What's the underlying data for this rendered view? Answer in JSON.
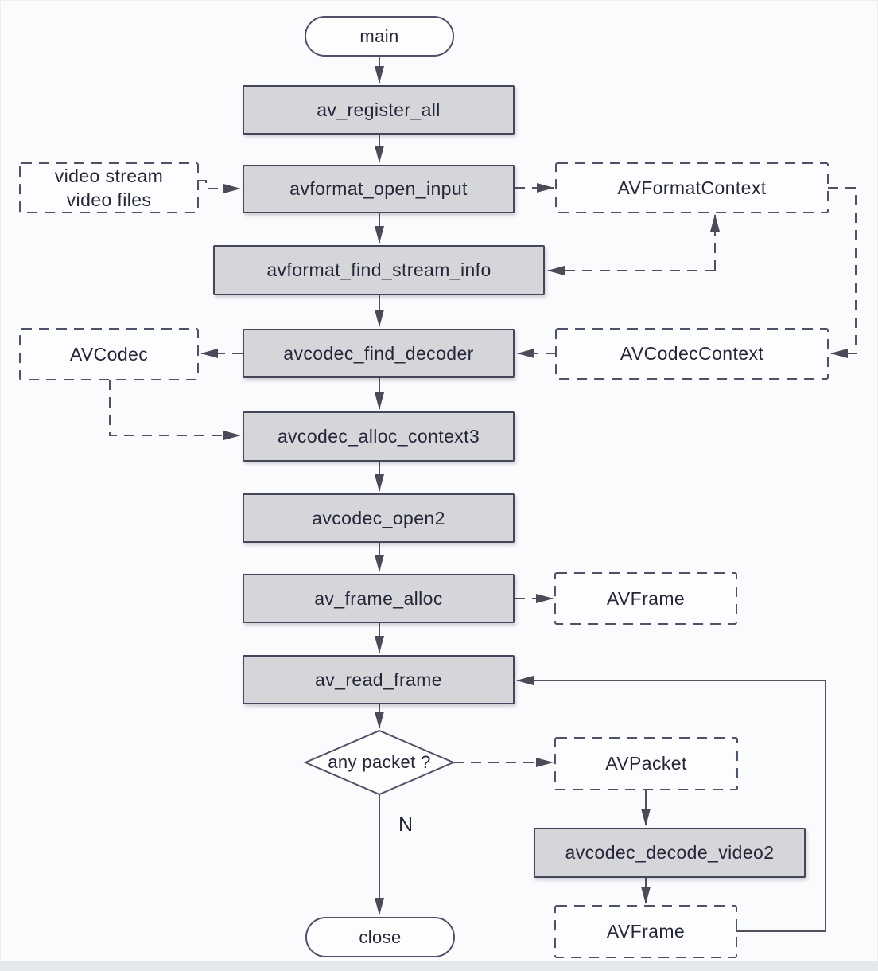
{
  "diagram": {
    "type": "flowchart",
    "topic": "FFmpeg video decode call flow",
    "nodes": {
      "main": {
        "label": "main",
        "shape": "stadium"
      },
      "av_register_all": {
        "label": "av_register_all",
        "shape": "process"
      },
      "video_input": {
        "line1": "video stream",
        "line2": "video files",
        "shape": "dashed"
      },
      "avformat_open_input": {
        "label": "avformat_open_input",
        "shape": "process"
      },
      "avformat_context": {
        "label": "AVFormatContext",
        "shape": "dashed"
      },
      "avformat_find_stream_info": {
        "label": "avformat_find_stream_info",
        "shape": "process"
      },
      "avcodec": {
        "label": "AVCodec",
        "shape": "dashed"
      },
      "avcodec_find_decoder": {
        "label": "avcodec_find_decoder",
        "shape": "process"
      },
      "avcodec_context": {
        "label": "AVCodecContext",
        "shape": "dashed"
      },
      "avcodec_alloc_context3": {
        "label": "avcodec_alloc_context3",
        "shape": "process"
      },
      "avcodec_open2": {
        "label": "avcodec_open2",
        "shape": "process"
      },
      "av_frame_alloc": {
        "label": "av_frame_alloc",
        "shape": "process"
      },
      "avframe_after_alloc": {
        "label": "AVFrame",
        "shape": "dashed"
      },
      "av_read_frame": {
        "label": "av_read_frame",
        "shape": "process"
      },
      "any_packet": {
        "label": "any packet ?",
        "shape": "decision"
      },
      "avpacket": {
        "label": "AVPacket",
        "shape": "dashed"
      },
      "avcodec_decode_video2": {
        "label": "avcodec_decode_video2",
        "shape": "process"
      },
      "avframe_decoded": {
        "label": "AVFrame",
        "shape": "dashed"
      },
      "close": {
        "label": "close",
        "shape": "stadium"
      }
    },
    "branch_labels": {
      "no": "N"
    },
    "edges": [
      {
        "from": "main",
        "to": "av_register_all",
        "style": "solid"
      },
      {
        "from": "av_register_all",
        "to": "avformat_open_input",
        "style": "solid"
      },
      {
        "from": "video_input",
        "to": "avformat_open_input",
        "style": "dashed"
      },
      {
        "from": "avformat_open_input",
        "to": "avformat_context",
        "style": "dashed"
      },
      {
        "from": "avformat_open_input",
        "to": "avformat_find_stream_info",
        "style": "solid"
      },
      {
        "from": "avformat_context",
        "to": "avformat_find_stream_info",
        "style": "dashed",
        "bidirectional": true
      },
      {
        "from": "avformat_context",
        "to": "avcodec_context",
        "style": "dashed"
      },
      {
        "from": "avformat_find_stream_info",
        "to": "avcodec_find_decoder",
        "style": "solid"
      },
      {
        "from": "avcodec_context",
        "to": "avcodec_find_decoder",
        "style": "dashed"
      },
      {
        "from": "avcodec_find_decoder",
        "to": "avcodec",
        "style": "dashed"
      },
      {
        "from": "avcodec",
        "to": "avcodec_alloc_context3",
        "style": "dashed"
      },
      {
        "from": "avcodec_find_decoder",
        "to": "avcodec_alloc_context3",
        "style": "solid"
      },
      {
        "from": "avcodec_alloc_context3",
        "to": "avcodec_open2",
        "style": "solid"
      },
      {
        "from": "avcodec_open2",
        "to": "av_frame_alloc",
        "style": "solid"
      },
      {
        "from": "av_frame_alloc",
        "to": "avframe_after_alloc",
        "style": "dashed"
      },
      {
        "from": "av_frame_alloc",
        "to": "av_read_frame",
        "style": "solid"
      },
      {
        "from": "av_read_frame",
        "to": "any_packet",
        "style": "solid"
      },
      {
        "from": "any_packet",
        "to": "avpacket",
        "style": "dashed"
      },
      {
        "from": "any_packet",
        "to": "close",
        "style": "solid",
        "label": "N"
      },
      {
        "from": "avpacket",
        "to": "avcodec_decode_video2",
        "style": "solid"
      },
      {
        "from": "avcodec_decode_video2",
        "to": "avframe_decoded",
        "style": "solid"
      },
      {
        "from": "avframe_decoded",
        "to": "av_read_frame",
        "style": "solid"
      }
    ],
    "colors": {
      "process_fill": "#d5d6d9",
      "node_border": "#46465a",
      "line": "#50505e",
      "text": "#26263a",
      "background": "#fafbfd",
      "footer_strip": "#e4e7eb"
    }
  }
}
